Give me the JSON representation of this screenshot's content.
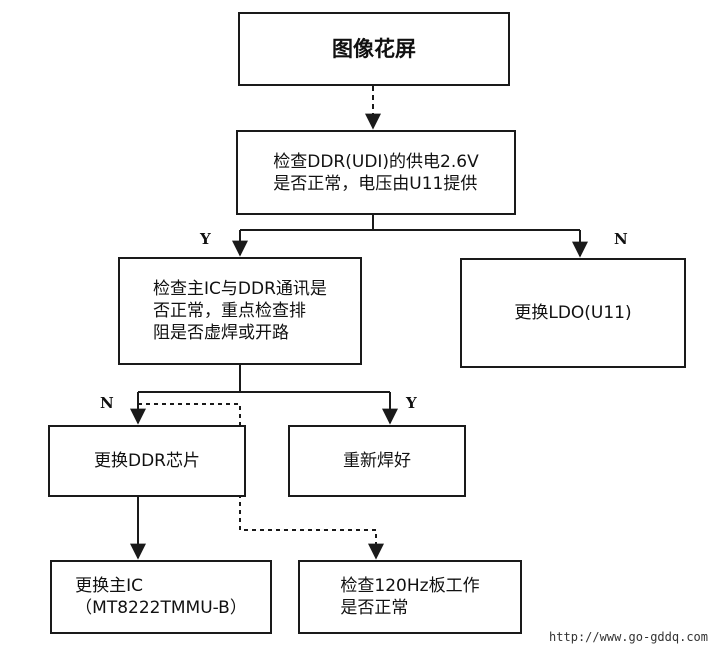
{
  "nodes": {
    "image_artifact": "图像花屏",
    "check_ddr_power": "检查DDR(UDI)的供电2.6V\n是否正常，电压由U11提供",
    "check_ic_ddr_comm": "检查主IC与DDR通讯是\n否正常，重点检查排\n阻是否虚焊或开路",
    "replace_ldo": "更换LDO(U11)",
    "replace_ddr_chip": "更换DDR芯片",
    "resolder": "重新焊好",
    "replace_main_ic": "更换主IC\n（MT8222TMMU-B）",
    "check_120hz_board": "检查120Hz板工作\n是否正常"
  },
  "labels": {
    "yes": "Y",
    "no": "N"
  },
  "watermark": "http://www.go-gddq.com",
  "colors": {
    "line": "#1a1a1a",
    "background": "#ffffff"
  }
}
